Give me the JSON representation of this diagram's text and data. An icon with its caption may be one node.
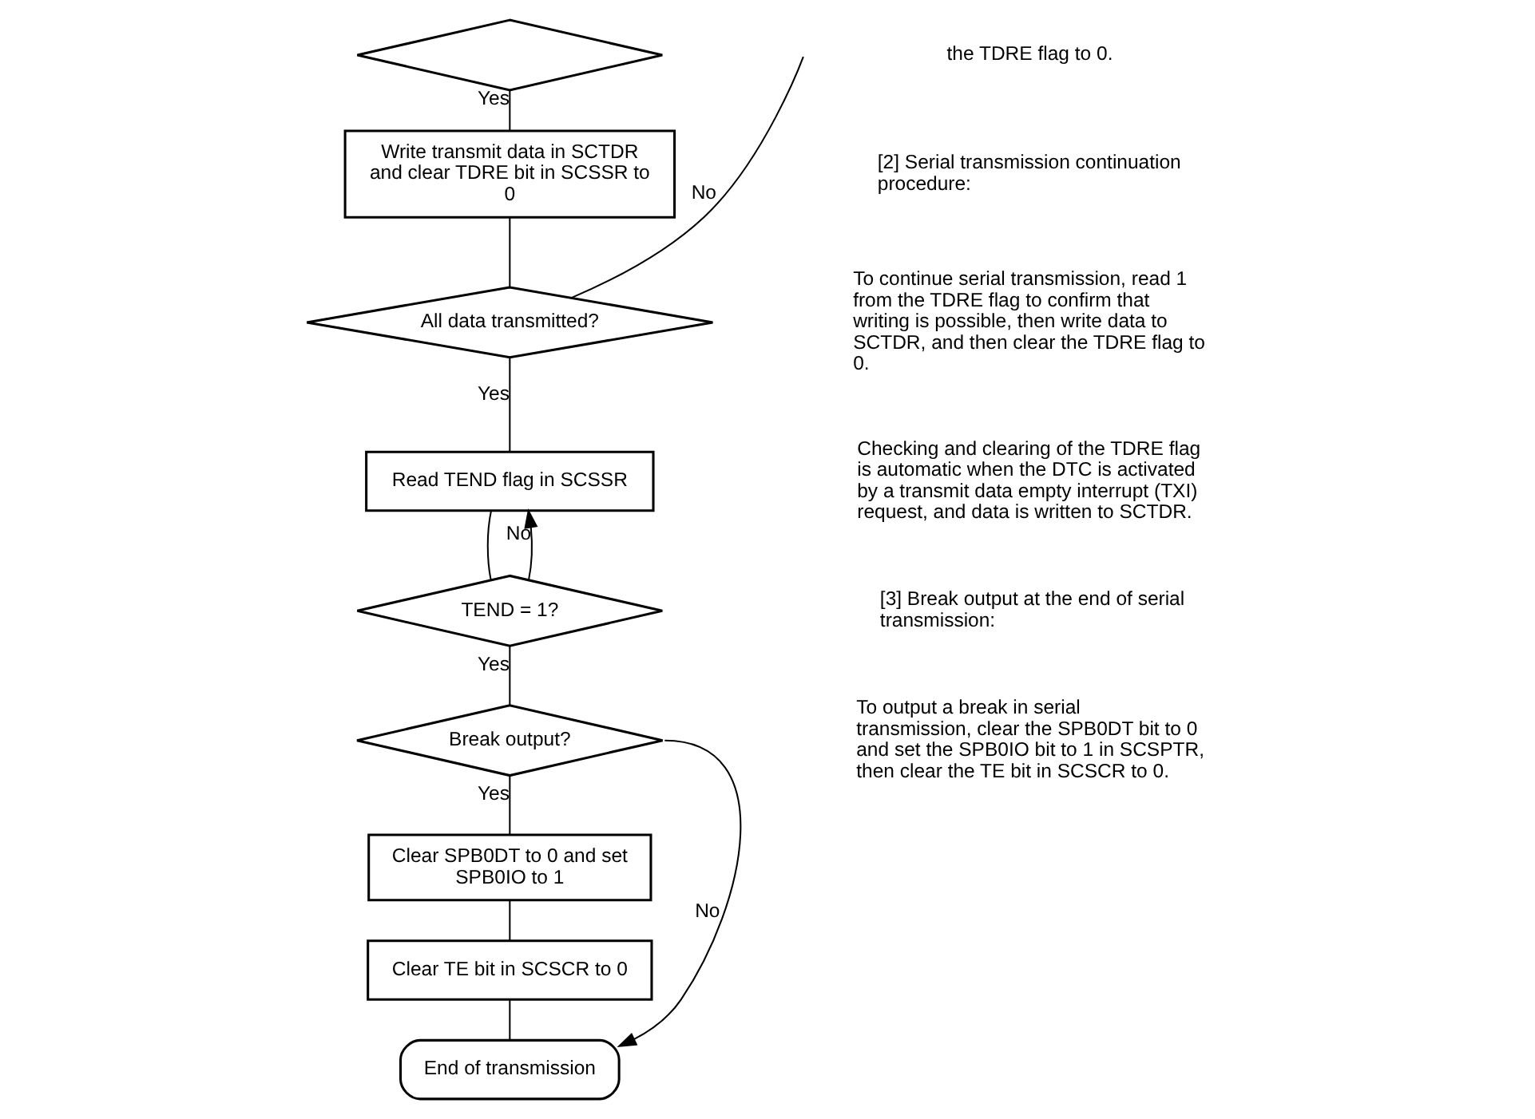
{
  "diagram": {
    "nodes": [
      {
        "text": [],
        "shape": "diamond"
      },
      {
        "text": [
          "Write transmit data in SCTDR and clear TDRE bit in SCSSR to 0"
        ]
      },
      {
        "text": [
          "All data transmitted?"
        ]
      },
      {
        "text": [
          "Read TEND flag in SCSSR"
        ]
      },
      {
        "text": [
          "TEND = 1?"
        ]
      },
      {
        "text": [
          "Break output?"
        ]
      },
      {
        "text": [
          "Clear SPB0DT to 0 and set SPB0IO to 1"
        ]
      },
      {
        "text": [
          "Clear TE bit in SCSCR to 0"
        ]
      },
      {
        "text": [
          "End of transmission"
        ]
      }
    ],
    "edges": [
      {
        "from": 0,
        "to": 1,
        "arrow": "none",
        "label": "Yes"
      },
      {
        "from": 1,
        "to": 2,
        "arrow": "none"
      },
      {
        "from": 2,
        "to": null,
        "arrow": "none",
        "label": "No"
      },
      {
        "from": 2,
        "to": 3,
        "arrow": "none",
        "label": "Yes"
      },
      {
        "from": 3,
        "to": 4,
        "arrow": "none"
      },
      {
        "from": 4,
        "to": 3,
        "arrow": "to",
        "label": "No"
      },
      {
        "from": 4,
        "to": 5,
        "arrow": "none",
        "label": "Yes"
      },
      {
        "from": 5,
        "to": 6,
        "arrow": "none",
        "label": "Yes"
      },
      {
        "from": 6,
        "to": 7,
        "arrow": "none"
      },
      {
        "from": 7,
        "to": 8,
        "arrow": "none"
      },
      {
        "from": 5,
        "to": 8,
        "arrow": "to",
        "label": "No"
      }
    ],
    "labels": [
      "the TDRE flag to 0.",
      "[2] Serial transmission continuation procedure:",
      "To continue serial transmission, read 1 from the TDRE flag to confirm that writing is possible, then write data to SCTDR, and then clear the TDRE flag to 0.",
      "Checking and clearing of the TDRE flag is automatic when the DTC is activated by a transmit data empty interrupt (TXI) request, and data is written to SCTDR.",
      "[3] Break output at the end of serial transmission:",
      "To output a break in serial transmission, clear the SPB0DT bit to 0 and set the SPB0IO bit to 1 in SCSPTR, then clear the TE bit in SCSCR to 0."
    ]
  }
}
